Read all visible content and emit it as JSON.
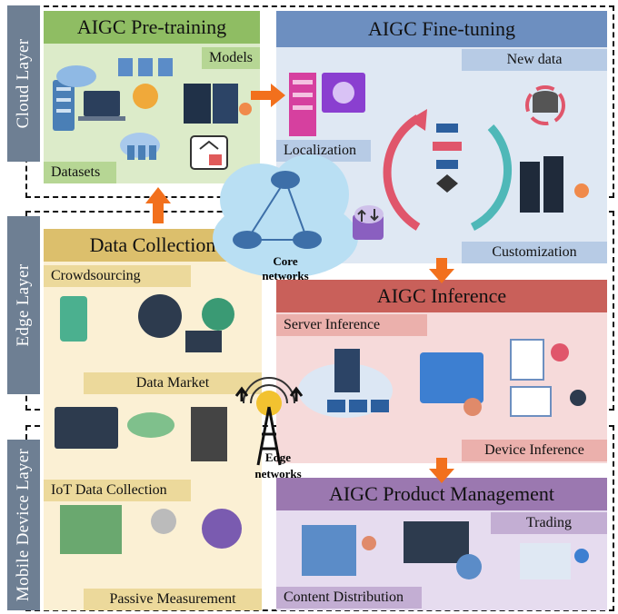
{
  "layers": {
    "cloud": "Cloud Layer",
    "edge": "Edge Layer",
    "mobile": "Mobile Device Layer"
  },
  "pretraining": {
    "title": "AIGC Pre-training",
    "models": "Models",
    "datasets": "Datasets"
  },
  "finetuning": {
    "title": "AIGC Fine-tuning",
    "new_data": "New data",
    "localization": "Localization",
    "customization": "Customization"
  },
  "collection": {
    "title": "Data Collection",
    "crowdsourcing": "Crowdsourcing",
    "data_market": "Data Market",
    "iot": "IoT Data Collection",
    "passive": "Passive Measurement"
  },
  "inference": {
    "title": "AIGC Inference",
    "server": "Server Inference",
    "device": "Device Inference"
  },
  "product": {
    "title": "AIGC Product Management",
    "trading": "Trading",
    "distribution": "Content Distribution"
  },
  "core": {
    "line1": "Core",
    "line2": "networks"
  },
  "edge_net": {
    "line1": "Edge",
    "line2": "networks"
  },
  "colors": {
    "pre_bg": "#dcebc9",
    "pre_hdr": "#8fbd63",
    "fine_bg": "#dfe8f3",
    "fine_hdr": "#6d8fc0",
    "coll_bg": "#fbf0d4",
    "coll_hdr": "#dcbf6c",
    "inf_bg": "#f6dada",
    "inf_hdr": "#c9605a",
    "prod_bg": "#e6dcef",
    "prod_hdr": "#9b78b0",
    "arrow": "#f2701d",
    "layer_tab": "#6e7f93"
  }
}
